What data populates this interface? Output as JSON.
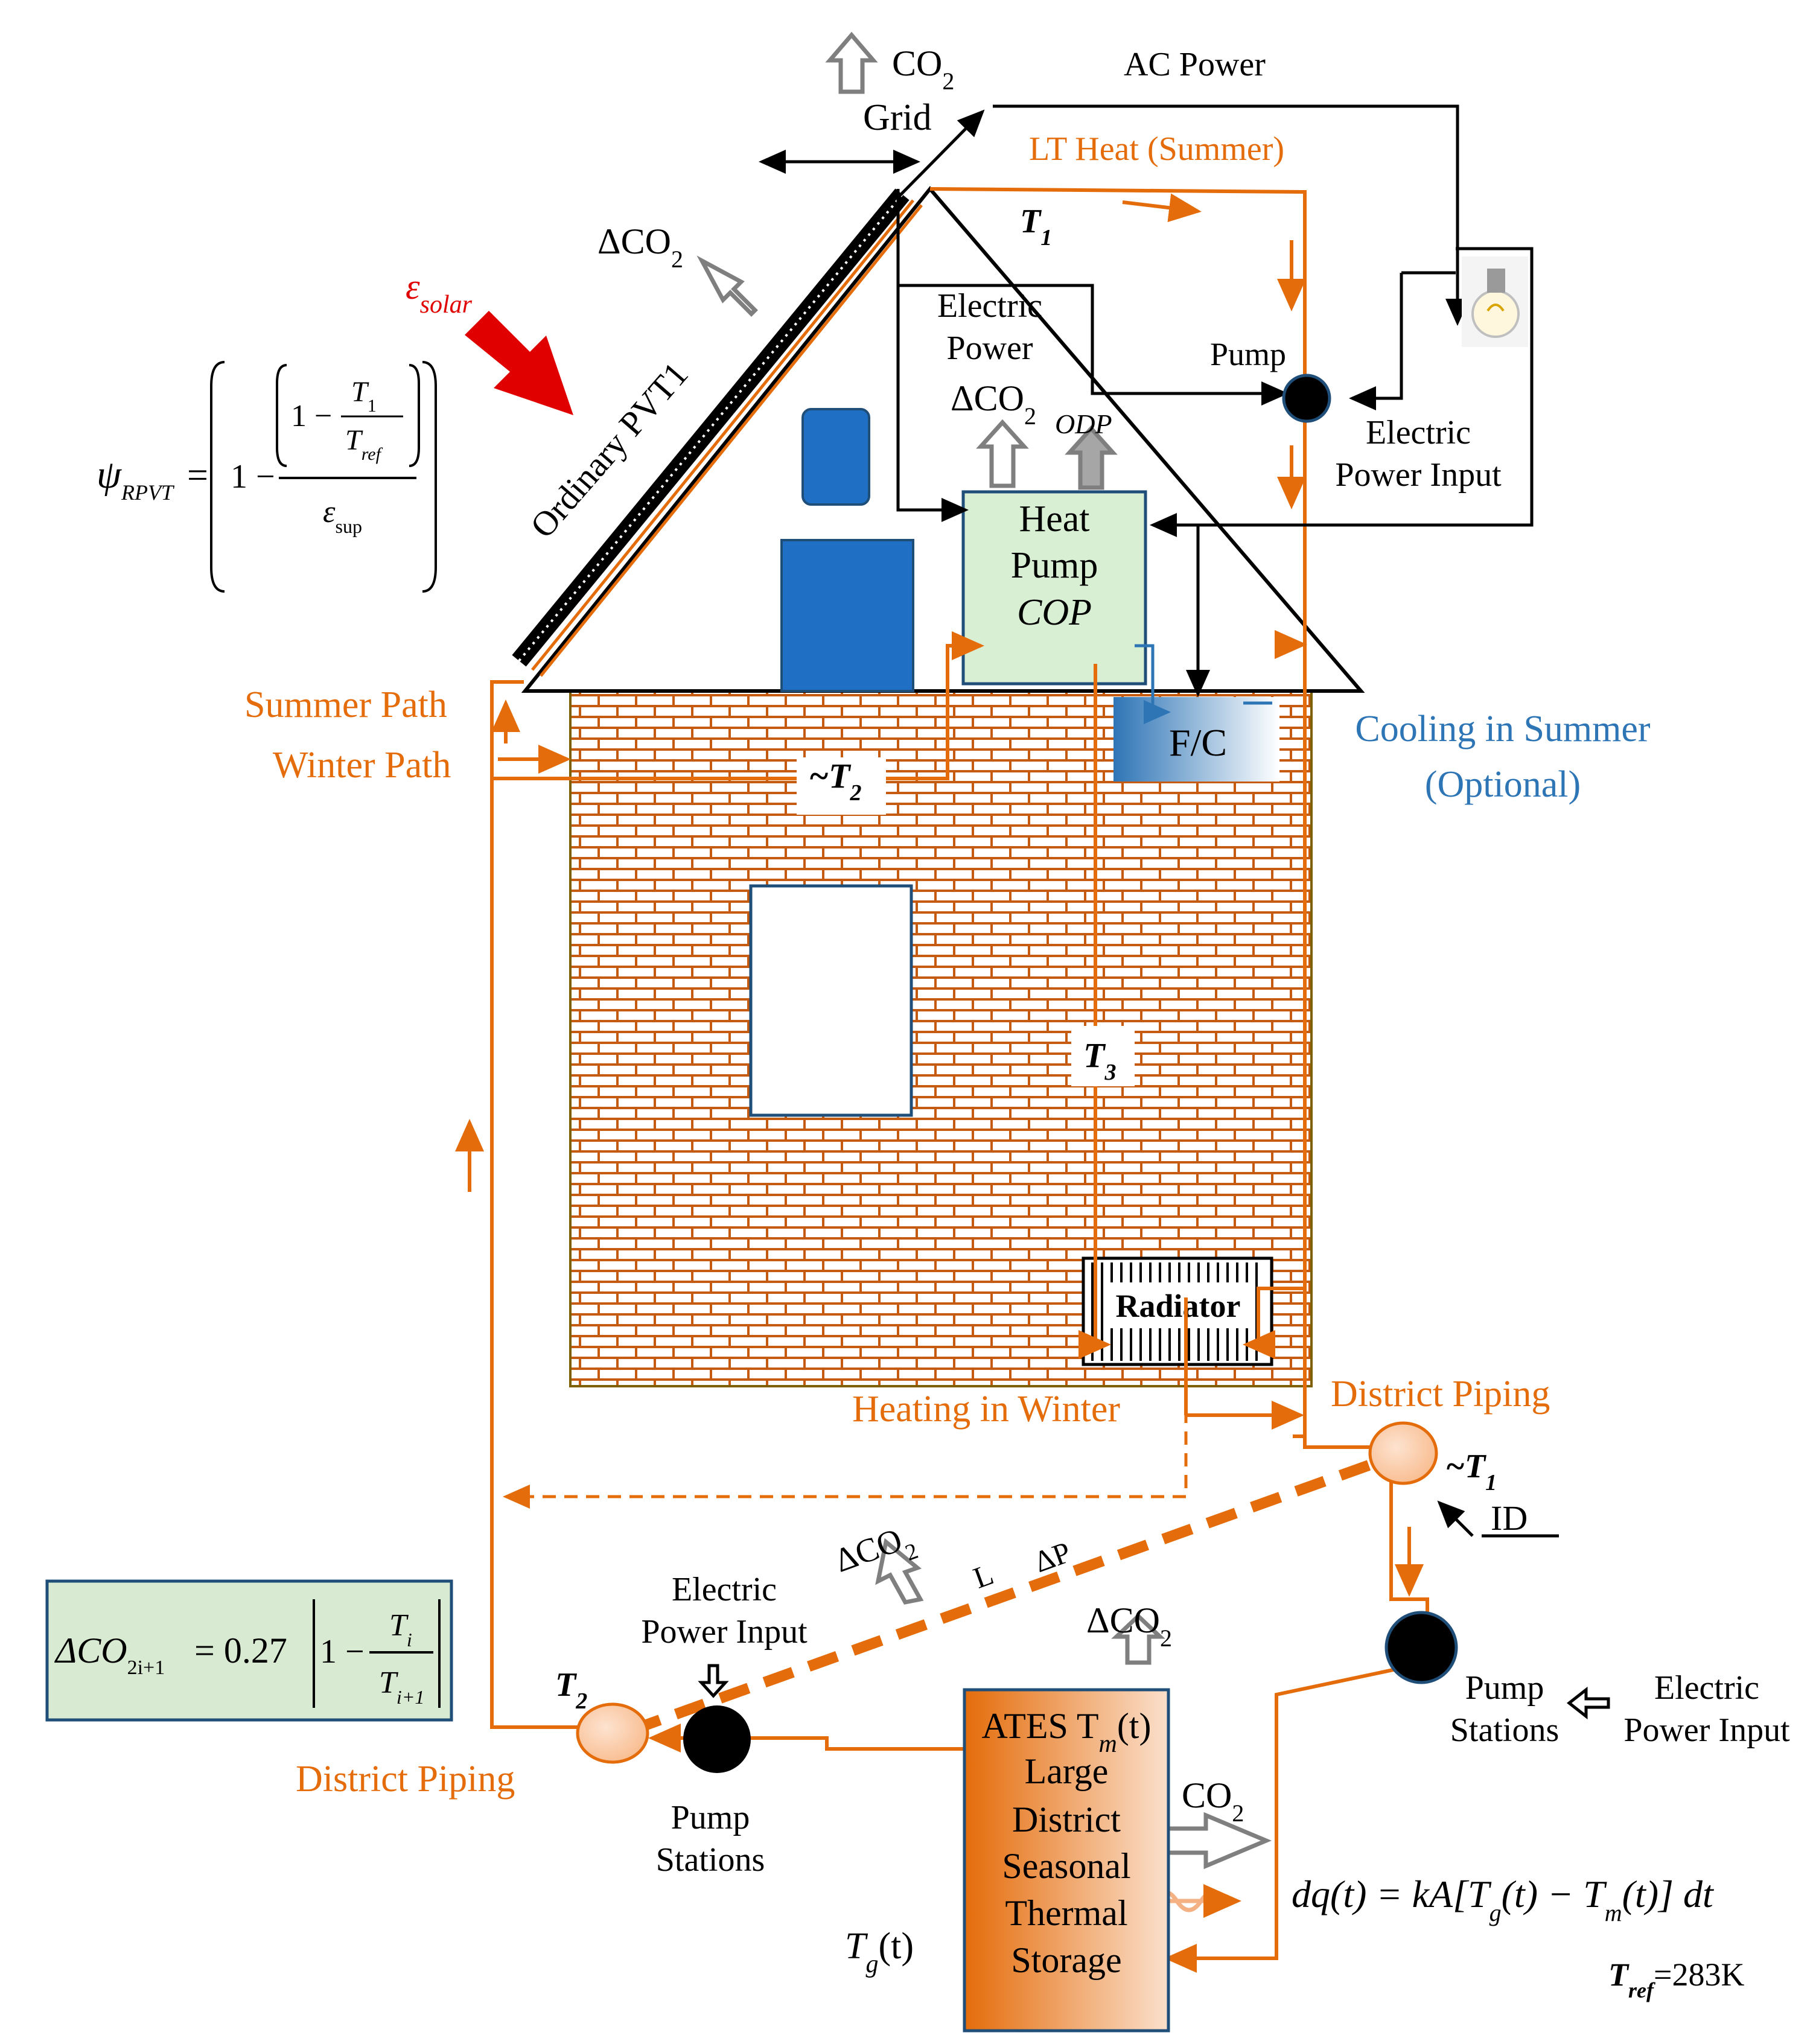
{
  "labels": {
    "co2_top": "CO",
    "co2_sub": "2",
    "ac_power": "AC Power",
    "grid": "Grid",
    "lt_heat": "LT Heat (Summer)",
    "t1_roof": "T",
    "t1_sub": "1",
    "delta_co2": "ΔCO",
    "delta_sub": "2",
    "epsilon_solar": "ε",
    "epsilon_sub": "solar",
    "electric_power_l1": "Electric",
    "electric_power_l2": "Power",
    "pump": "Pump",
    "electric_power_input_l1": "Electric",
    "electric_power_input_l2": "Power Input",
    "odp": "ODP",
    "pvt": "Ordinary PVT1",
    "heat_pump_l1": "Heat",
    "heat_pump_l2": "Pump",
    "heat_pump_l3": "COP",
    "summer_path": "Summer Path",
    "winter_path": "Winter Path",
    "t2_room": "~T",
    "t2_sub": "2",
    "fc": "F/C",
    "cooling_l1": "Cooling in Summer",
    "cooling_l2": "(Optional)",
    "t3": "T",
    "t3_sub": "3",
    "radiator": "Radiator",
    "heating_winter": "Heating in Winter",
    "district_piping": "District Piping",
    "t1_district": "~T",
    "id": "ID",
    "l": "L",
    "delta_p": "ΔP",
    "electric_power_input_mid_l1": "Electric",
    "electric_power_input_mid_l2": "Power Input",
    "t2_district": "T",
    "pump_stations_l1": "Pump",
    "pump_stations_l2": "Stations",
    "ates_l1": "ATES T",
    "ates_l1_sub": "m",
    "ates_l1_tail": "(t)",
    "ates_l2": "Large",
    "ates_l3": "District",
    "ates_l4": "Seasonal",
    "ates_l5": "Thermal",
    "ates_l6": "Storage",
    "tg": "T",
    "tg_sub": "g",
    "tg_tail": "(t)",
    "t_ref": "T",
    "t_ref_sub": "ref",
    "t_ref_val": "=283K"
  },
  "equations": {
    "psi_lhs": "ψ",
    "psi_sub": "RPVT",
    "psi_one": "1 −",
    "psi_inner": "1 −",
    "psi_t1": "T",
    "psi_t1_sub": "1",
    "psi_tref": "T",
    "psi_tref_sub": "ref",
    "psi_eps": "ε",
    "psi_eps_sub": "sup",
    "dco2_lhs": "ΔCO",
    "dco2_sub": "2i+1",
    "dco2_rhs": "= 0.27",
    "dco2_one": "1 −",
    "dco2_ti": "T",
    "dco2_ti_sub": "i",
    "dco2_ti1": "T",
    "dco2_ti1_sub": "i+1",
    "heat_flux": "dq(t) = kA[T",
    "heat_flux_g": "g",
    "heat_flux_mid": "(t) − T",
    "heat_flux_m": "m",
    "heat_flux_tail": "(t)] dt"
  },
  "colors": {
    "orange": "#e46c0a",
    "brick": "#c55a11",
    "blue": "#2e75b6",
    "dark_blue": "#1f4e79",
    "solar_arrow": "#e00000",
    "equation_box": "#d9ead3",
    "heat_pump_box": "#d8efd3"
  }
}
